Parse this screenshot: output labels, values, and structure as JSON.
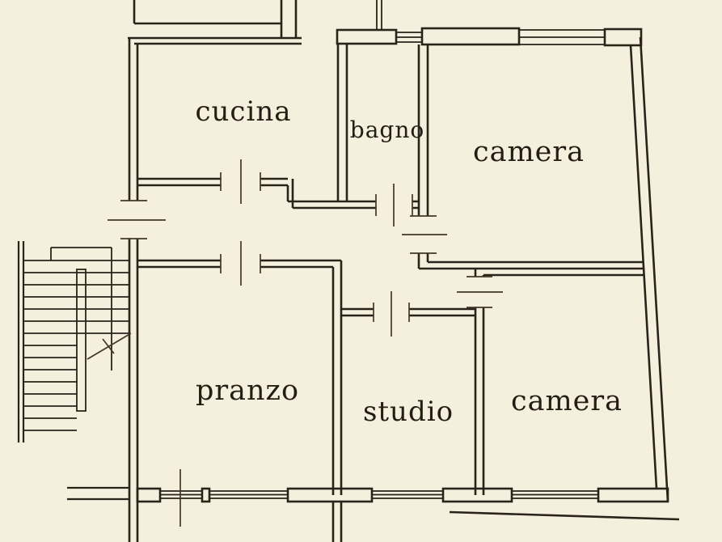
{
  "document": {
    "type": "floor-plan",
    "language": "it"
  },
  "colors": {
    "background": "#f5efde",
    "wall": "#2a231a",
    "tick": "#413828",
    "text": "#241d14"
  },
  "plan": {
    "rooms": {
      "kitchen": {
        "label": "cucina"
      },
      "bathroom": {
        "label": "bagno"
      },
      "bedroom_top": {
        "label": "camera"
      },
      "dining": {
        "label": "pranzo"
      },
      "study": {
        "label": "studio"
      },
      "bedroom_bottom": {
        "label": "camera"
      }
    },
    "features": {
      "staircase": "switchback-stair-with-direction-arrow",
      "doors": 7,
      "windows": 6
    }
  }
}
